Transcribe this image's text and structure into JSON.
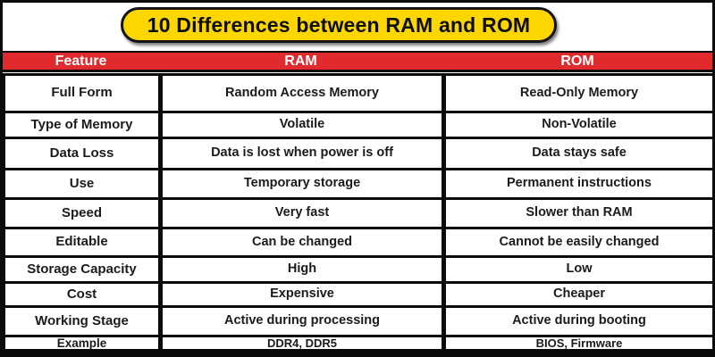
{
  "banner": {
    "title": "10 Differences between RAM and ROM"
  },
  "header": {
    "feature": "Feature",
    "ram": "RAM",
    "rom": "ROM"
  },
  "rows": [
    {
      "feature": "Full Form",
      "ram": "Random Access Memory",
      "rom": "Read-Only Memory"
    },
    {
      "feature": "Type of Memory",
      "ram": "Volatile",
      "rom": "Non-Volatile"
    },
    {
      "feature": "Data Loss",
      "ram": "Data is lost when power is off",
      "rom": "Data stays safe"
    },
    {
      "feature": "Use",
      "ram": "Temporary storage",
      "rom": "Permanent instructions"
    },
    {
      "feature": "Speed",
      "ram": "Very fast",
      "rom": "Slower than RAM"
    },
    {
      "feature": "Editable",
      "ram": "Can be changed",
      "rom": "Cannot be easily changed"
    },
    {
      "feature": "Storage Capacity",
      "ram": "High",
      "rom": "Low"
    },
    {
      "feature": "Cost",
      "ram": "Expensive",
      "rom": "Cheaper"
    },
    {
      "feature": "Working Stage",
      "ram": "Active during processing",
      "rom": "Active during booting"
    },
    {
      "feature": "Example",
      "ram": "DDR4, DDR5",
      "rom": "BIOS, Firmware"
    }
  ],
  "colors": {
    "banner_bg": "#FCD600",
    "header_bg": "#E02A2E",
    "border": "#0B0B0B",
    "text": "#1B1B1B"
  }
}
